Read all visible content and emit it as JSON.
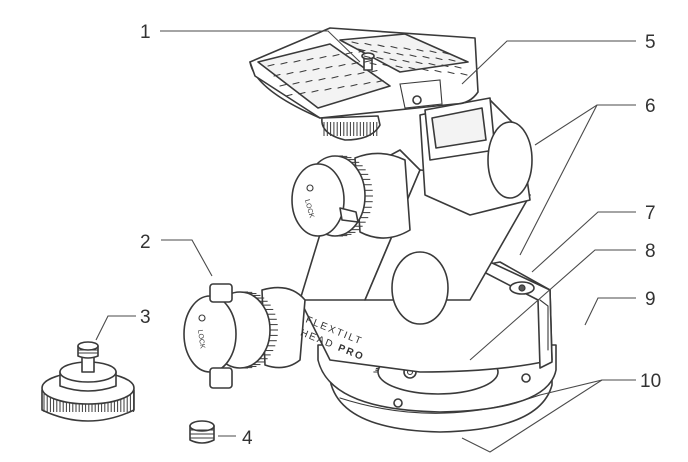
{
  "diagram": {
    "product_name_line1": "FLEXTILT",
    "product_name_line2_a": "HEAD ",
    "product_name_line2_b": "PRO",
    "knob_label_upper": "LOCK",
    "knob_label_lower": "LOCK",
    "callouts": [
      {
        "id": "1",
        "label": "1"
      },
      {
        "id": "2",
        "label": "2"
      },
      {
        "id": "3",
        "label": "3"
      },
      {
        "id": "4",
        "label": "4"
      },
      {
        "id": "5",
        "label": "5"
      },
      {
        "id": "6",
        "label": "6"
      },
      {
        "id": "7",
        "label": "7"
      },
      {
        "id": "8",
        "label": "8"
      },
      {
        "id": "9",
        "label": "9"
      },
      {
        "id": "10",
        "label": "10"
      }
    ]
  }
}
